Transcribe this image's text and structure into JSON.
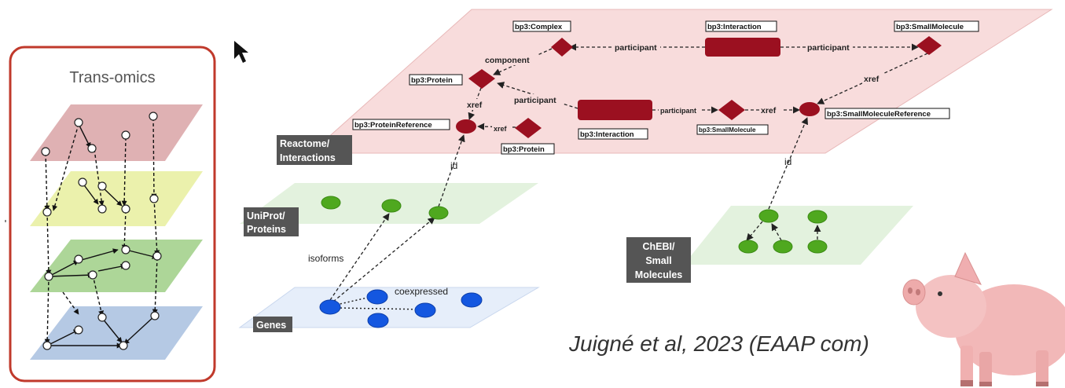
{
  "left_panel": {
    "title": "Trans-omics"
  },
  "planes": {
    "reactome_label": [
      "Reactome/",
      "Interactions"
    ],
    "uniprot_label": [
      "UniProt/",
      "Proteins"
    ],
    "chebi_label": [
      "ChEBI/",
      "Small",
      "Molecules"
    ],
    "genes_label": "Genes"
  },
  "nodes": {
    "complex": "bp3:Complex",
    "interaction_top": "bp3:Interaction",
    "small_molecule_top": "bp3:SmallMolecule",
    "protein_left": "bp3:Protein",
    "protein_reference": "bp3:ProteinReference",
    "protein_bottom": "bp3:Protein",
    "interaction_mid": "bp3:Interaction",
    "small_molecule_mid": "bp3:SmallMolecule",
    "small_molecule_reference": "bp3:SmallMoleculeReference"
  },
  "edges": {
    "participant_1": "participant",
    "participant_2": "participant",
    "participant_3": "participant",
    "participant_4": "participant",
    "component": "component",
    "xref_1": "xref",
    "xref_2": "xref",
    "xref_3": "xref",
    "xref_4": "xref",
    "id_1": "id",
    "id_2": "id",
    "isoforms": "isoforms",
    "coexpressed": "coexpressed"
  },
  "citation": "Juigné et al, 2023 (EAAP com)",
  "colors": {
    "reactome_plane": "#f8dcdc",
    "uniprot_plane": "#e3f2de",
    "chebi_plane": "#e3f2de",
    "genes_plane": "#e6eefa",
    "dark_red": "#9b1020",
    "green_node": "#4fa81f",
    "blue_node": "#1457e0",
    "panel_border": "#c0392b"
  }
}
